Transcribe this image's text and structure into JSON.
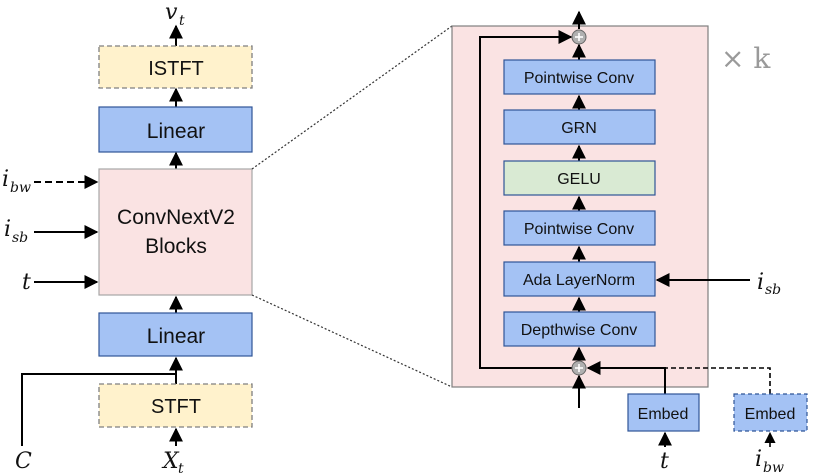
{
  "colors": {
    "blue_fill": "#a4c2f4",
    "blue_stroke": "#2f5597",
    "yellow_fill": "#fff2cc",
    "yellow_stroke": "#7f7f7f",
    "pink_fill": "#fae3e3",
    "pink_stroke": "#a6a6a6",
    "green_fill": "#d9ead3",
    "green_stroke": "#2f5597",
    "adder_fill": "#b0b0b0"
  },
  "left": {
    "output": {
      "base": "v",
      "sub": "t"
    },
    "istft": "ISTFT",
    "linear_top": "Linear",
    "convnext_line1": "ConvNextV2",
    "convnext_line2": "Blocks",
    "linear_bottom": "Linear",
    "stft": "STFT",
    "input_x": {
      "base": "X",
      "sub": "t"
    },
    "input_c": "C",
    "input_ibw": {
      "base": "i",
      "sub": "bw"
    },
    "input_isb": {
      "base": "i",
      "sub": "sb"
    },
    "input_t": "t"
  },
  "right": {
    "repeat": "× k",
    "pointwise_conv_top": "Pointwise Conv",
    "grn": "GRN",
    "gelu": "GELU",
    "pointwise_conv_bottom": "Pointwise Conv",
    "ada_layernorm": "Ada LayerNorm",
    "depthwise_conv": "Depthwise Conv",
    "embed_t": "Embed",
    "embed_ibw": "Embed",
    "input_isb": {
      "base": "i",
      "sub": "sb"
    },
    "input_t": "t",
    "input_ibw": {
      "base": "i",
      "sub": "bw"
    }
  }
}
